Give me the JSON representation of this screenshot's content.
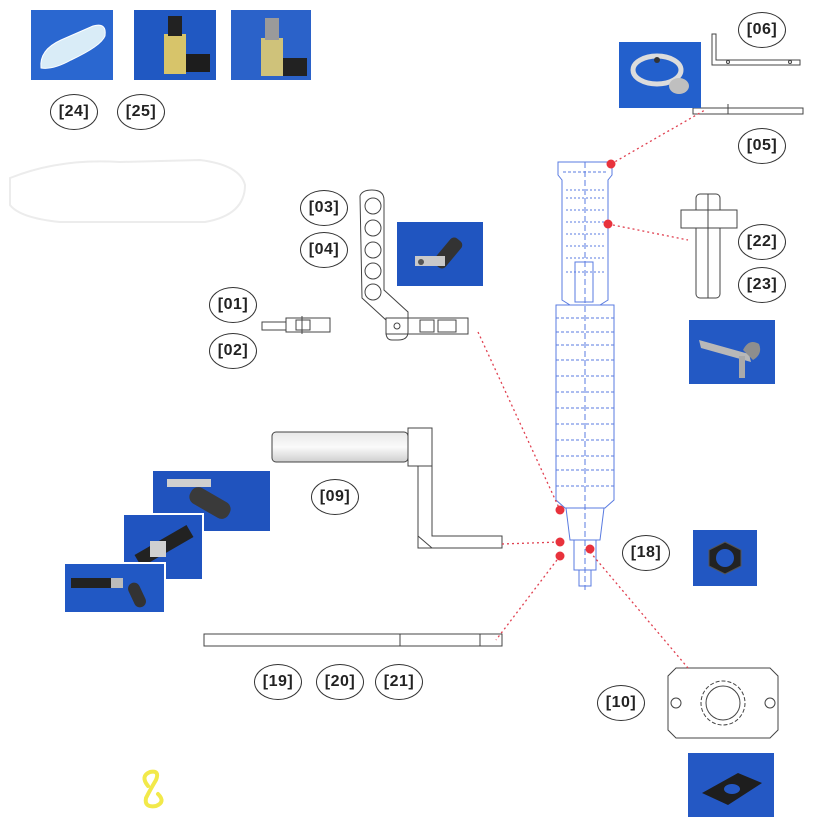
{
  "labels": {
    "p01": "[01]",
    "p02": "[02]",
    "p03": "[03]",
    "p04": "[04]",
    "p05": "[05]",
    "p06": "[06]",
    "p09": "[09]",
    "p10": "[10]",
    "p18": "[18]",
    "p19": "[19]",
    "p20": "[20]",
    "p21": "[21]",
    "p22": "[22]",
    "p23": "[23]",
    "p24": "[24]",
    "p25": "[25]"
  },
  "colors": {
    "photo_blue": "#1f55b8",
    "drawing_line": "#444444",
    "tool_blueprint": "#5a7be0",
    "connector_dot": "#e8323c",
    "connector_line": "#e04050",
    "doodle": "#f2e94a"
  },
  "icons": [
    "tool-blueprint-icon",
    "photo-icon",
    "connector-dot-icon",
    "doodle-icon"
  ]
}
